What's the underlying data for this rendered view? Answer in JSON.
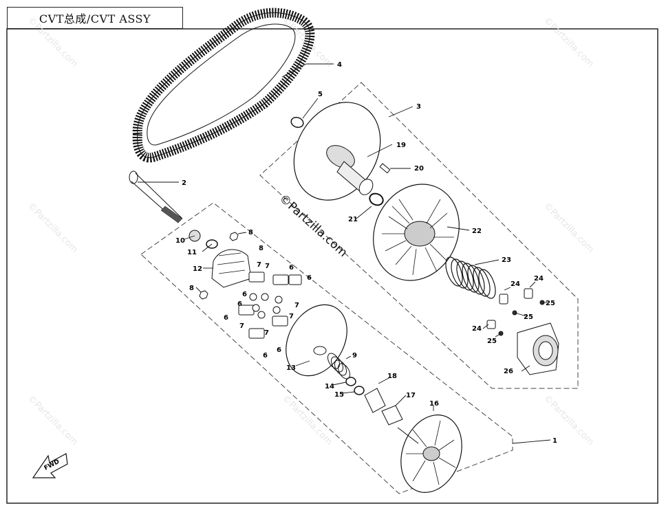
{
  "title": "CVT总成/CVT ASSY",
  "watermark": "©Partzilla.com",
  "arrow_label": "FWD",
  "callouts": [
    "1",
    "2",
    "3",
    "4",
    "5",
    "6",
    "7",
    "8",
    "9",
    "10",
    "11",
    "12",
    "13",
    "14",
    "15",
    "16",
    "17",
    "18",
    "19",
    "20",
    "21",
    "22",
    "23",
    "24",
    "25",
    "26"
  ],
  "colors": {
    "line": "#111111",
    "dash": "#444444",
    "part_fill": "#ffffff",
    "watermark": "#e6e6e6"
  }
}
